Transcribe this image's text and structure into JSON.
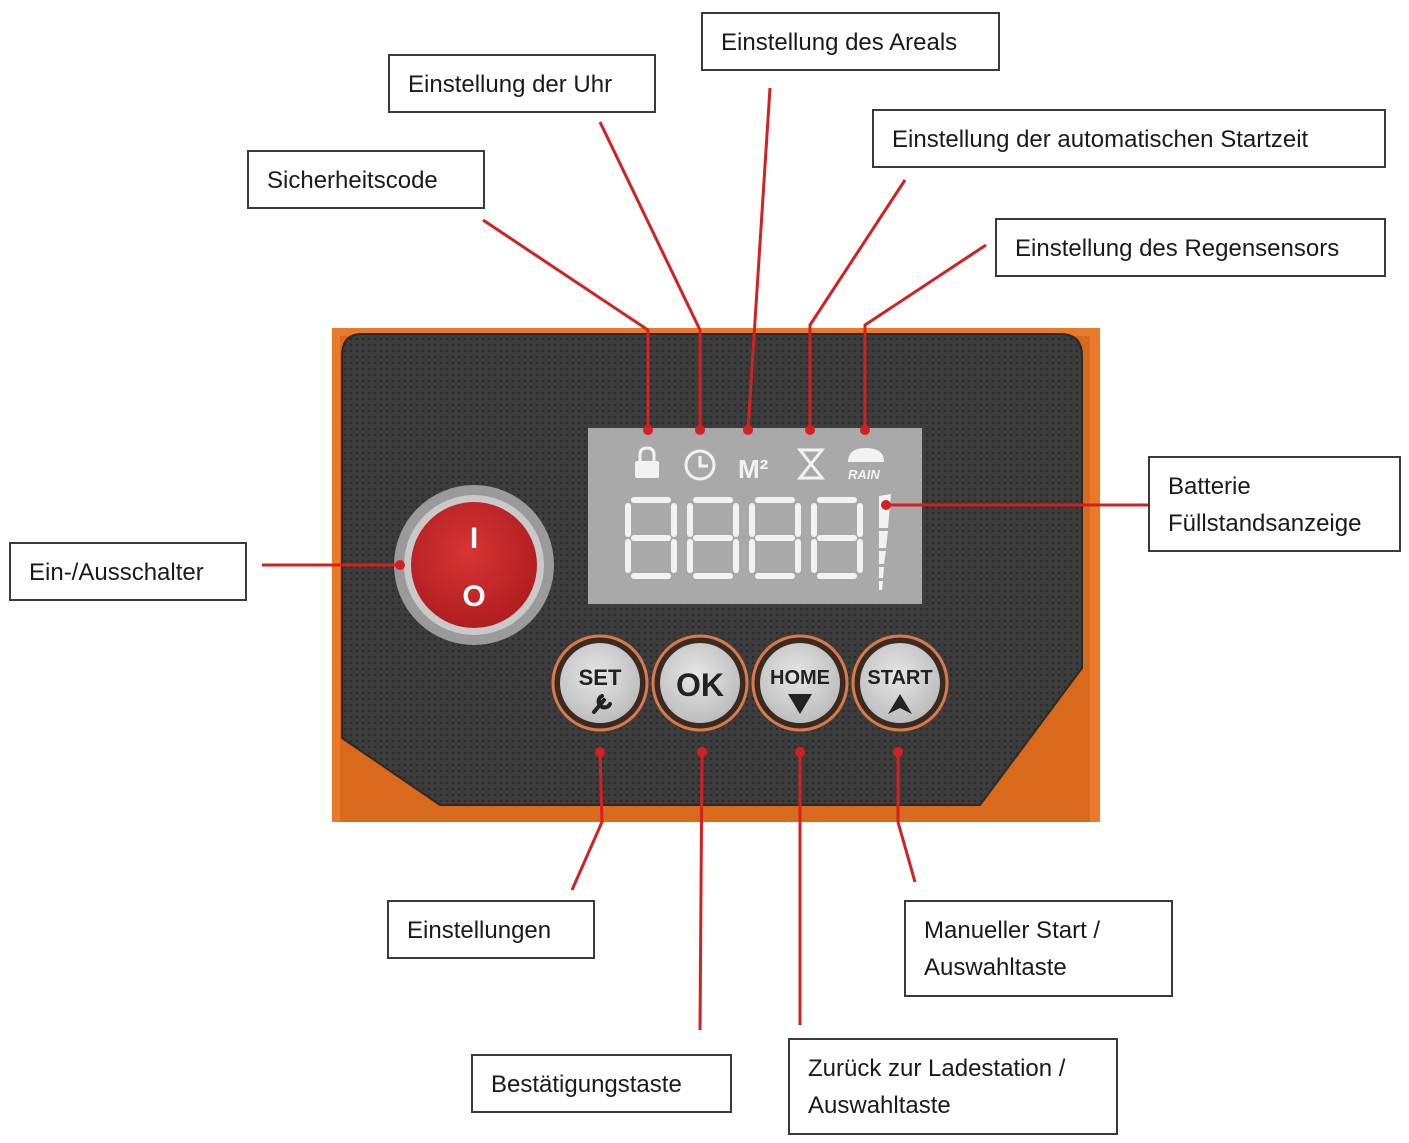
{
  "colors": {
    "leader_line": "#d42020",
    "panel_orange": "#e87a2a",
    "panel_dark": "#3b3b3b",
    "lcd_background": "#a9a9a9",
    "lcd_segment": "#f2f2f2",
    "power_red": "#c8282a",
    "button_face": "#d6d6d6"
  },
  "device": {
    "power_switch": {
      "on_symbol": "I",
      "off_symbol": "O"
    },
    "lcd": {
      "icons": [
        "lock-icon",
        "clock-icon",
        "area-m2-icon",
        "hourglass-icon",
        "rain-icon"
      ],
      "area_icon_text": "M²",
      "rain_icon_text": "RAIN",
      "digits": "8888",
      "battery_segments": 5
    },
    "buttons": [
      {
        "text": "SET",
        "icon": "wrench-icon"
      },
      {
        "text": "OK",
        "icon": ""
      },
      {
        "text": "HOME",
        "icon": "arrow-down-icon"
      },
      {
        "text": "START",
        "icon": "arrow-up-icon"
      }
    ]
  },
  "labels": {
    "security_code": "Sicherheitscode",
    "clock_setting": "Einstellung der Uhr",
    "area_setting": "Einstellung des Areals",
    "auto_start_setting": "Einstellung der automatischen Startzeit",
    "rain_sensor_setting": "Einstellung des Regensensors",
    "battery_line1": "Batterie",
    "battery_line2": "Füllstandsanzeige",
    "power_switch": "Ein-/Ausschalter",
    "settings": "Einstellungen",
    "confirm_button": "Bestätigungstaste",
    "back_to_station_line1": "Zurück zur Ladestation /",
    "back_to_station_line2": "Auswahltaste",
    "manual_start_line1": "Manueller Start /",
    "manual_start_line2": "Auswahltaste"
  }
}
